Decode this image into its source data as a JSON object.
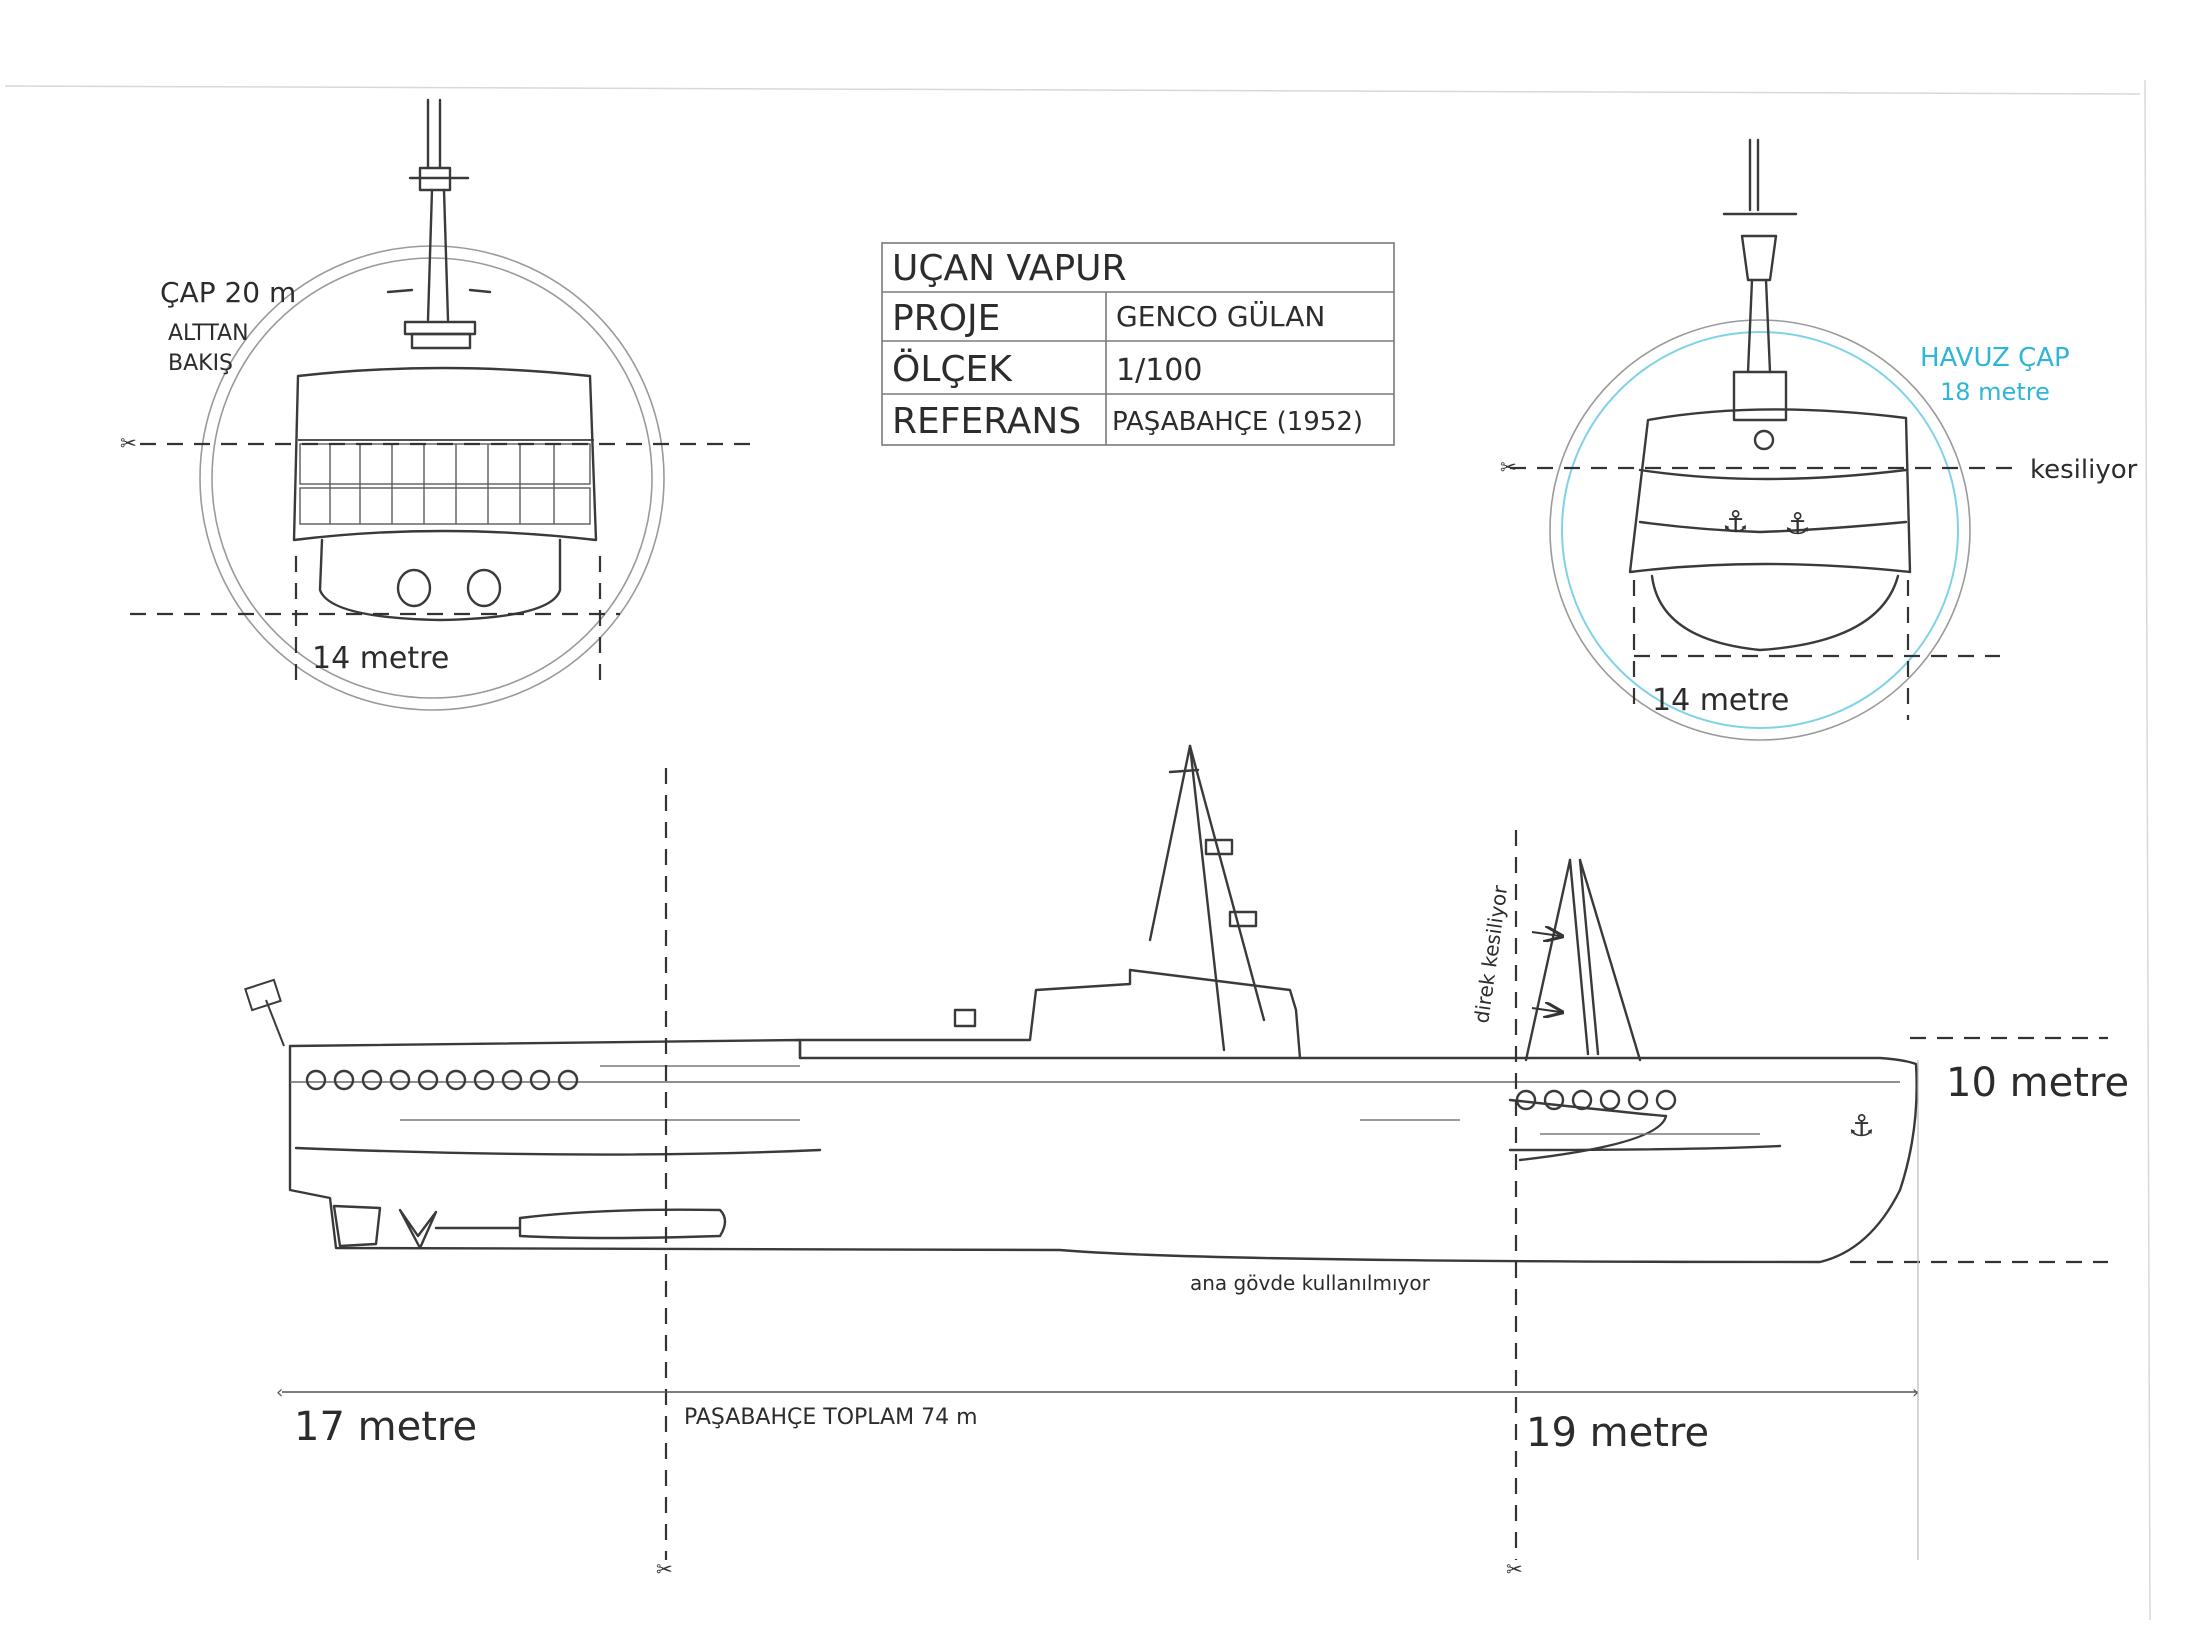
{
  "title_block": {
    "title": "UÇAN VAPUR",
    "rows": [
      {
        "label": "PROJE",
        "value": "GENCO GÜLAN"
      },
      {
        "label": "ÖLÇEK",
        "value": "1/100"
      },
      {
        "label": "REFERANS",
        "value": "PAŞABAHÇE (1952)"
      }
    ]
  },
  "top_left_view": {
    "diameter_label": "ÇAP 20 m",
    "view_label_1": "ALTTAN",
    "view_label_2": "BAKIŞ",
    "width_label": "14 metre"
  },
  "top_right_view": {
    "pool_label_1": "HAVUZ ÇAP",
    "pool_label_2": "18 metre",
    "cut_label": "kesiliyor",
    "width_label": "14 metre"
  },
  "side_view": {
    "height_label": "10 metre",
    "mast_note": "direk kesiliyor",
    "hull_note": "ana gövde kullanılmıyor",
    "left_label": "17 metre",
    "total_label": "PAŞABAHÇE TOPLAM 74 m",
    "right_label": "19 metre"
  },
  "colors": {
    "pencil": "#3a3a3a",
    "pool_cyan": "#7fd3e8"
  }
}
